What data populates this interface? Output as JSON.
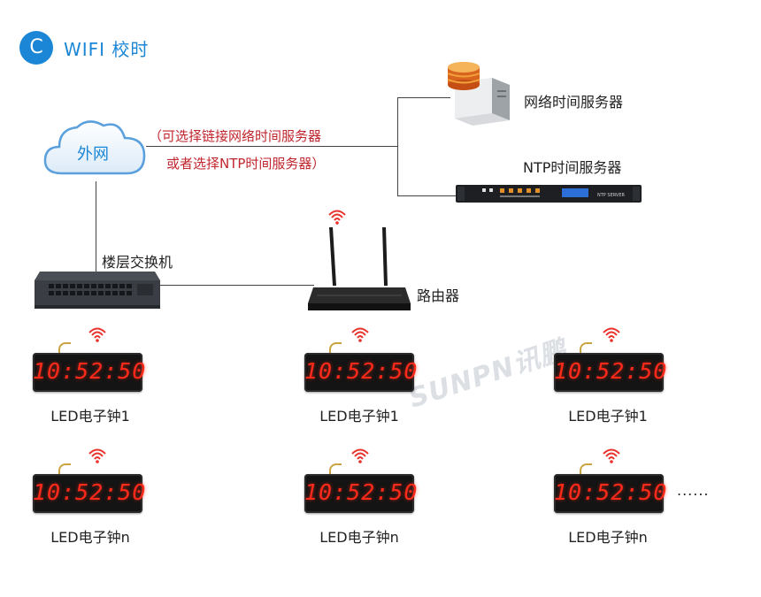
{
  "header": {
    "badge": "C",
    "title": "WIFI 校时"
  },
  "cloud_label": "外网",
  "note": {
    "line1": "（可选择链接网络时间服务器",
    "line2": "或者选择NTP时间服务器）"
  },
  "network_server_label": "网络时间服务器",
  "ntp_server_label": "NTP时间服务器",
  "ntp_device_text": "NTP SERVER",
  "switch_label": "楼层交换机",
  "router_label": "路由器",
  "clock_time": "10:52:50",
  "clocks_row1": [
    "LED电子钟1",
    "LED电子钟1",
    "LED电子钟1"
  ],
  "clocks_row2": [
    "LED电子钟n",
    "LED电子钟n",
    "LED电子钟n"
  ],
  "ellipsis": "......",
  "watermark": "SUNPN讯鹏",
  "colors": {
    "accent": "#1b86d6",
    "note": "#c0262d",
    "led": "#ff2a1a",
    "wifi": "#e8322b"
  }
}
